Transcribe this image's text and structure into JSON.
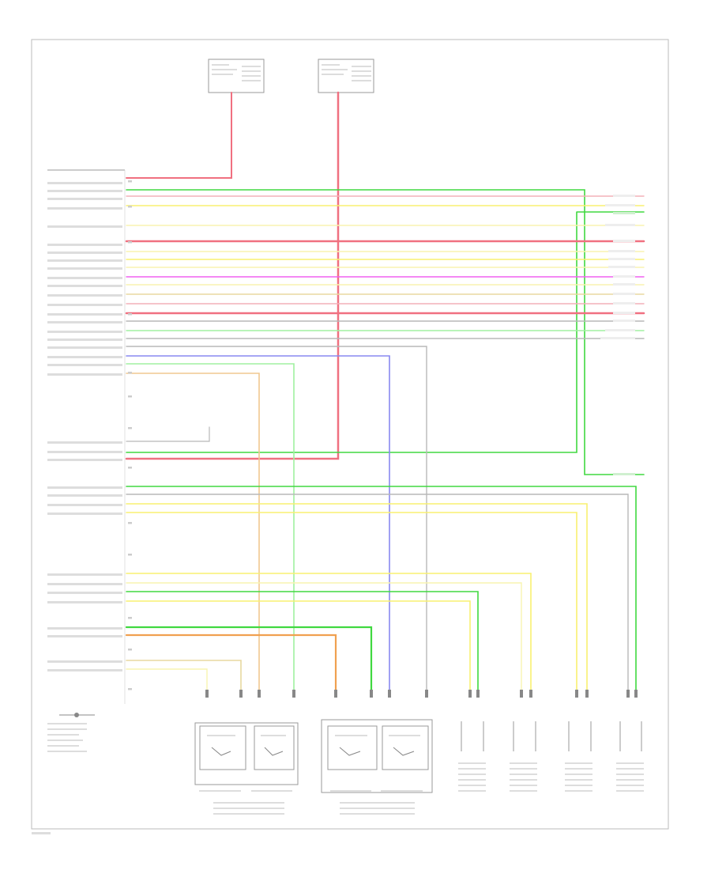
{
  "diagram": {
    "frame_label": "",
    "footer_code": "",
    "legend_block": "",
    "top_connectors": [
      {
        "label": ""
      },
      {
        "label": ""
      }
    ],
    "bottom_groups": [
      {
        "label": ""
      },
      {
        "label": ""
      }
    ],
    "right_modules": [
      {
        "label": ""
      },
      {
        "label": ""
      },
      {
        "label": ""
      },
      {
        "label": ""
      }
    ]
  },
  "colors": {
    "red": "#f07080",
    "pink": "#f4b0b8",
    "green": "#40d840",
    "lightgreen": "#a0f0a0",
    "yellow": "#f8f070",
    "lightyellow": "#f8f4b0",
    "orange": "#f0a050",
    "blue": "#8888f0",
    "magenta": "#f060f0",
    "gray": "#b8b8b8",
    "tan": "#e8d8a0"
  },
  "wires": [
    {
      "color": "red"
    },
    {
      "color": "green"
    },
    {
      "color": "pink"
    },
    {
      "color": "yellow"
    },
    {
      "color": "lightyellow"
    },
    {
      "color": "red"
    },
    {
      "color": "yellow"
    },
    {
      "color": "lightyellow"
    },
    {
      "color": "yellow"
    },
    {
      "color": "magenta"
    },
    {
      "color": "lightyellow"
    },
    {
      "color": "tan"
    },
    {
      "color": "pink"
    },
    {
      "color": "red"
    },
    {
      "color": "gray"
    },
    {
      "color": "lightgreen"
    },
    {
      "color": "gray"
    },
    {
      "color": "blue"
    },
    {
      "color": "lightgreen"
    },
    {
      "color": "tan"
    },
    {
      "color": "green"
    },
    {
      "color": "red"
    },
    {
      "color": "green"
    },
    {
      "color": "yellow"
    },
    {
      "color": "lightyellow"
    },
    {
      "color": "yellow"
    },
    {
      "color": "yellow"
    },
    {
      "color": "lightyellow"
    },
    {
      "color": "green"
    },
    {
      "color": "yellow"
    },
    {
      "color": "green"
    },
    {
      "color": "orange"
    },
    {
      "color": "tan"
    },
    {
      "color": "lightyellow"
    }
  ]
}
